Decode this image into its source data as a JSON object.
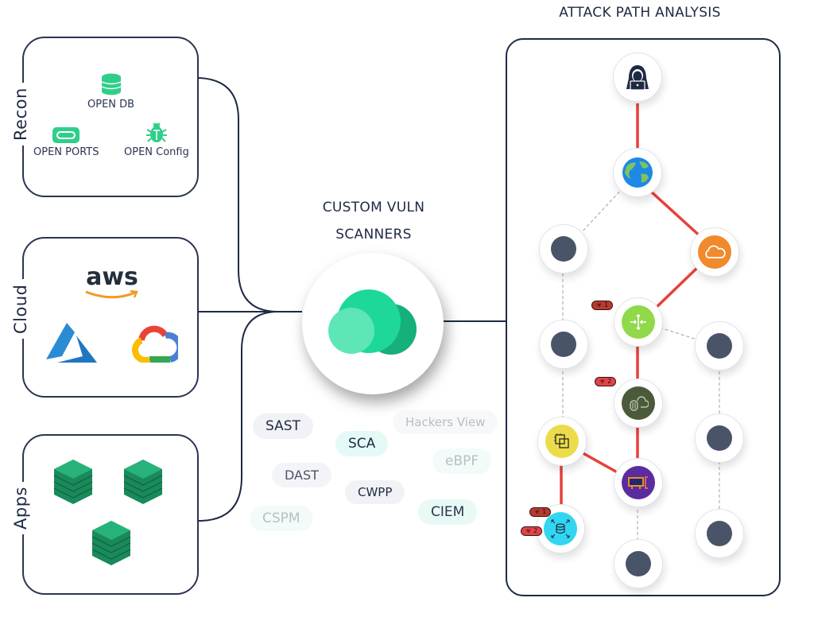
{
  "groups": {
    "recon": {
      "label": "Recon",
      "items": [
        {
          "icon": "database-icon",
          "label": "OPEN DB"
        },
        {
          "icon": "port-icon",
          "label": "OPEN PORTS"
        },
        {
          "icon": "bug-icon",
          "label": "OPEN Config"
        }
      ]
    },
    "cloud": {
      "label": "Cloud",
      "items": [
        {
          "icon": "aws-logo",
          "label": "aws"
        },
        {
          "icon": "azure-logo",
          "label": ""
        },
        {
          "icon": "google-cloud-logo",
          "label": ""
        }
      ]
    },
    "apps": {
      "label": "Apps",
      "items": [
        {
          "icon": "app-stack-icon"
        },
        {
          "icon": "app-stack-icon"
        },
        {
          "icon": "app-stack-icon"
        }
      ]
    }
  },
  "scanners": {
    "title_line1": "CUSTOM VULN",
    "title_line2": "SCANNERS",
    "chips": [
      {
        "label": "SAST",
        "style": "dark"
      },
      {
        "label": "SCA",
        "style": "teal"
      },
      {
        "label": "Hackers View",
        "style": "faded"
      },
      {
        "label": "eBPF",
        "style": "faded-teal"
      },
      {
        "label": "DAST",
        "style": "medium"
      },
      {
        "label": "CWPP",
        "style": "dark"
      },
      {
        "label": "CIEM",
        "style": "teal"
      },
      {
        "label": "CSPM",
        "style": "faded-teal"
      }
    ]
  },
  "attack_path": {
    "title": "ATTACK PATH ANALYSIS",
    "nodes": [
      {
        "id": "hacker",
        "icon": "hacker-icon"
      },
      {
        "id": "internet",
        "icon": "globe-icon"
      },
      {
        "id": "cloud",
        "icon": "cloud-icon",
        "color": "#f08a2c"
      },
      {
        "id": "gateway",
        "icon": "load-balancer-icon",
        "color": "#8fd94a"
      },
      {
        "id": "storage",
        "icon": "cloud-storage-icon",
        "color": "#4a5a3a"
      },
      {
        "id": "compute",
        "icon": "compute-instance-icon",
        "color": "#ecdc4c"
      },
      {
        "id": "network-card",
        "icon": "network-card-icon",
        "color": "#5a2ca0"
      },
      {
        "id": "database",
        "icon": "database-scale-icon",
        "color": "#33d6f0"
      }
    ],
    "badges": [
      {
        "label": "1",
        "icon": "biohazard-icon",
        "color": "#b83a32"
      },
      {
        "label": "2",
        "icon": "biohazard-icon",
        "color": "#e0444a"
      },
      {
        "label": "1",
        "icon": "biohazard-icon",
        "color": "#b83a32"
      },
      {
        "label": "2",
        "icon": "biohazard-icon",
        "color": "#e0444a"
      }
    ],
    "colors": {
      "attack_edge": "#e8403c",
      "inactive_edge": "#9aa0ad",
      "inactive_node": "#4a5468"
    }
  }
}
